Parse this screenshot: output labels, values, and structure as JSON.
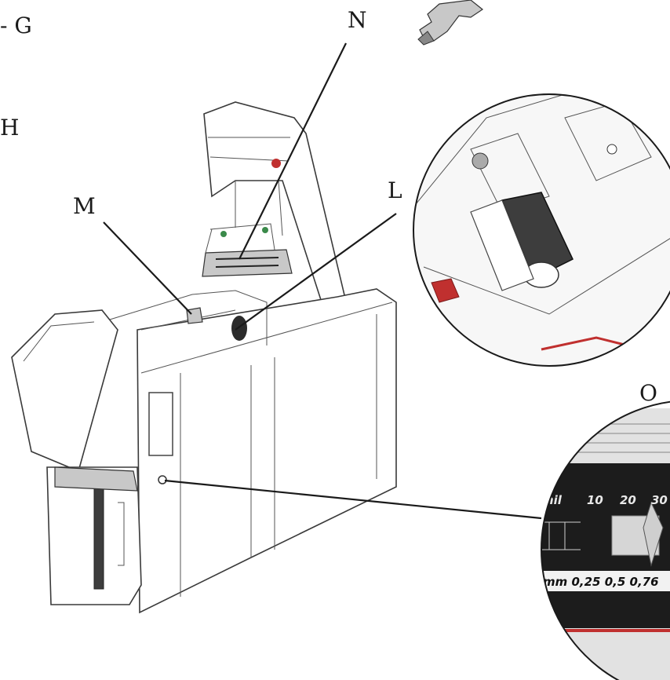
{
  "callouts": {
    "g": "- G",
    "h": "H",
    "n": "N",
    "m": "M",
    "l": "L",
    "o": "O"
  },
  "scale": {
    "unit_mil": "mil",
    "mil_ticks": [
      "10",
      "20",
      "30"
    ],
    "mm_row": "mm 0,25 0,5 0,76"
  },
  "colors": {
    "accent_red": "#c0302f",
    "ink": "#1a1a1a",
    "roller": "#3d3d3d"
  }
}
